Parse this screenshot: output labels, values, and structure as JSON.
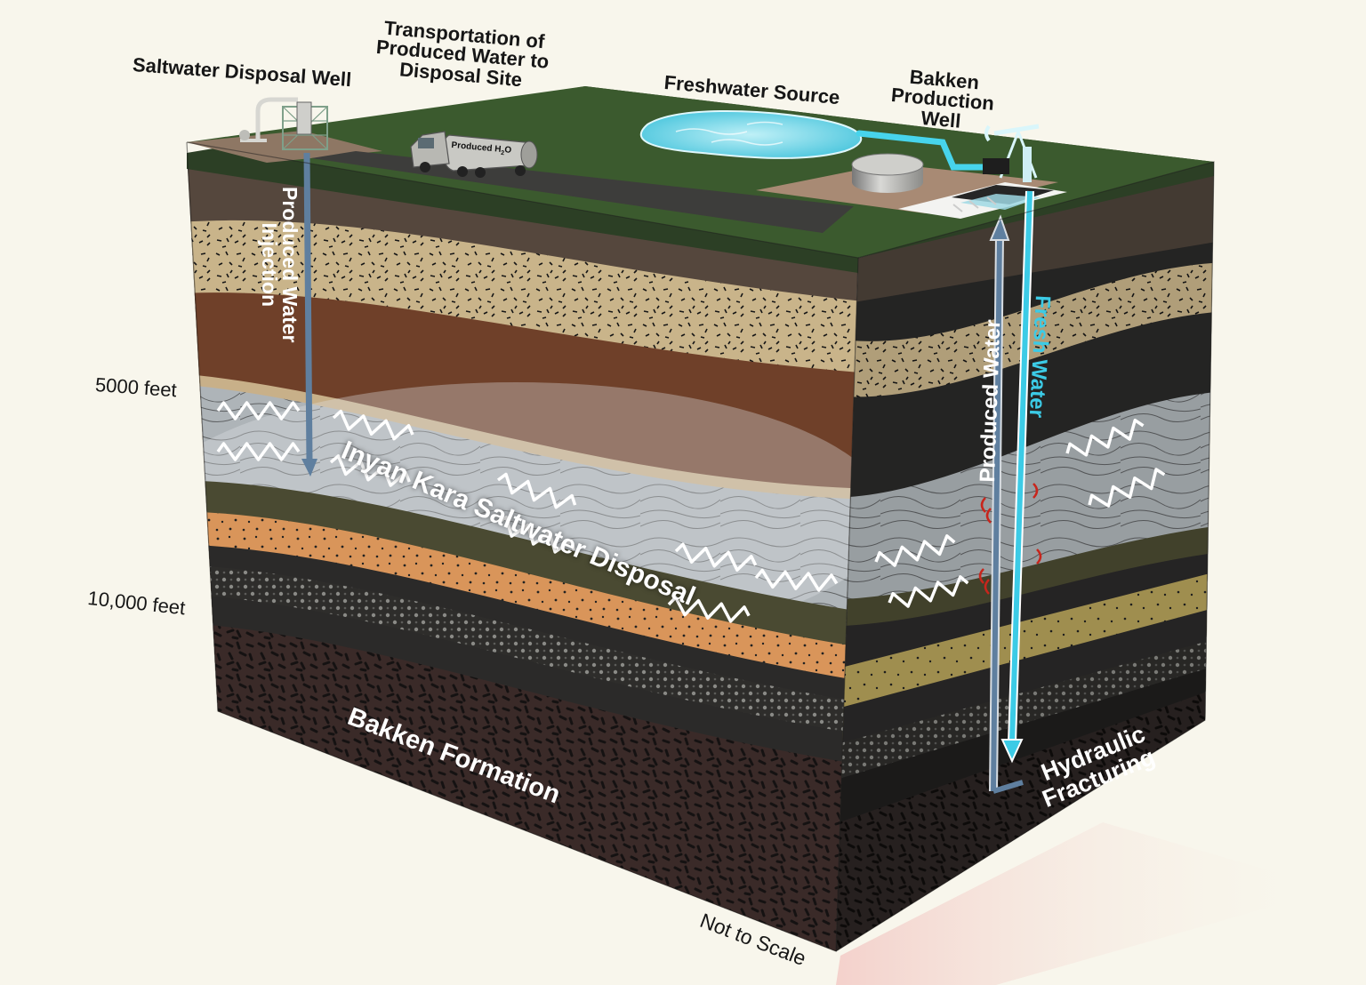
{
  "labels": {
    "saltwater_disposal_well": "Saltwater Disposal Well",
    "transport_line1": "Transportation of",
    "transport_line2": "Produced Water to",
    "transport_line3": "Disposal Site",
    "freshwater_source": "Freshwater Source",
    "bakken_line1": "Bakken",
    "bakken_line2": "Production",
    "bakken_line3": "Well",
    "truck_label_main": "Produced H",
    "truck_label_sub": "2",
    "truck_label_end": "O",
    "produced_water_injection_line1": "Produced Water",
    "produced_water_injection_line2": "Injection",
    "inyan_kara": "Inyan Kara Saltwater Disposal",
    "produced_water": "Produced Water",
    "fresh_water": "Fresh Water",
    "hydraulic_line1": "Hydraulic",
    "hydraulic_line2": "Fracturing",
    "bakken_formation": "Bakken Formation",
    "not_to_scale": "Not to Scale"
  },
  "depth_markers": [
    "5000 feet",
    "10,000 feet"
  ],
  "colors": {
    "background": "#f8f6ec",
    "surface_grass": "#3b5a2e",
    "topsoil": "#55473d",
    "sandstone": "#c9b48a",
    "red_shale": "#6f4029",
    "saltwater_zone": "#c6ccd0",
    "olive_shale": "#4a4a32",
    "orange_sand": "#d9955a",
    "dark_shale": "#2b2a29",
    "bakken_formation": "#3a2a28",
    "fresh_water_arrow": "#3ccbe6",
    "produced_water_arrow": "#5f7f9f",
    "fracture_marks": "#c8251c"
  },
  "icons": [
    "saltwater-disposal-well-icon",
    "water-truck-icon",
    "freshwater-pond-icon",
    "storage-tank-icon",
    "pumpjack-icon",
    "frac-spread-icon",
    "fracture-marks-icon"
  ]
}
